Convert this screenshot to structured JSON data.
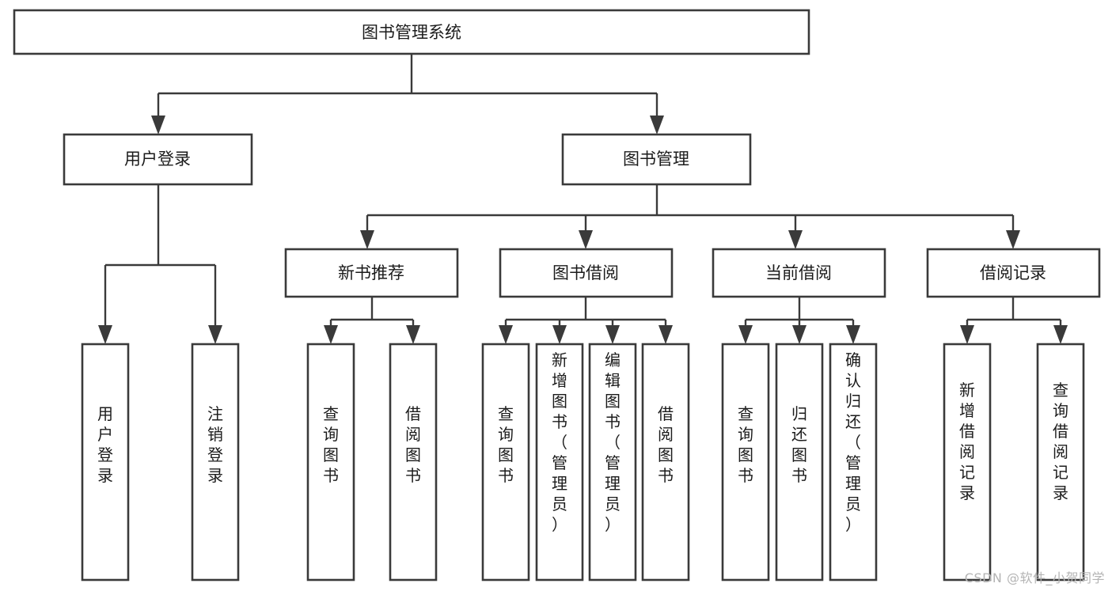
{
  "diagram": {
    "type": "tree-hierarchy",
    "title": "图书管理系统",
    "watermark": "CSDN @软件_小贺同学",
    "colors": {
      "box_stroke": "#3a3a3a",
      "box_fill": "#ffffff",
      "connector": "#3a3a3a",
      "text": "#1b1b1b",
      "watermark": "#b4b4b4",
      "background": "#ffffff"
    },
    "levels": {
      "root": {
        "label": "图书管理系统",
        "orientation": "horizontal"
      },
      "level2": [
        {
          "label": "用户登录",
          "orientation": "horizontal"
        },
        {
          "label": "图书管理",
          "orientation": "horizontal"
        }
      ],
      "level3": [
        {
          "label": "新书推荐",
          "orientation": "horizontal",
          "parent": "图书管理"
        },
        {
          "label": "图书借阅",
          "orientation": "horizontal",
          "parent": "图书管理"
        },
        {
          "label": "当前借阅",
          "orientation": "horizontal",
          "parent": "图书管理"
        },
        {
          "label": "借阅记录",
          "orientation": "horizontal",
          "parent": "图书管理"
        }
      ],
      "leaves": [
        {
          "label": "用户登录",
          "orientation": "vertical",
          "parent": "用户登录"
        },
        {
          "label": "注销登录",
          "orientation": "vertical",
          "parent": "用户登录"
        },
        {
          "label": "查询图书",
          "orientation": "vertical",
          "parent": "新书推荐"
        },
        {
          "label": "借阅图书",
          "orientation": "vertical",
          "parent": "新书推荐"
        },
        {
          "label": "查询图书",
          "orientation": "vertical",
          "parent": "图书借阅"
        },
        {
          "label": "新增图书（管理员）",
          "orientation": "vertical",
          "parent": "图书借阅"
        },
        {
          "label": "编辑图书（管理员）",
          "orientation": "vertical",
          "parent": "图书借阅"
        },
        {
          "label": "借阅图书",
          "orientation": "vertical",
          "parent": "图书借阅"
        },
        {
          "label": "查询图书",
          "orientation": "vertical",
          "parent": "当前借阅"
        },
        {
          "label": "归还图书",
          "orientation": "vertical",
          "parent": "当前借阅"
        },
        {
          "label": "确认归还（管理员）",
          "orientation": "vertical",
          "parent": "当前借阅"
        },
        {
          "label": "新增借阅记录",
          "orientation": "vertical",
          "parent": "借阅记录"
        },
        {
          "label": "查询借阅记录",
          "orientation": "vertical",
          "parent": "借阅记录"
        }
      ]
    }
  }
}
